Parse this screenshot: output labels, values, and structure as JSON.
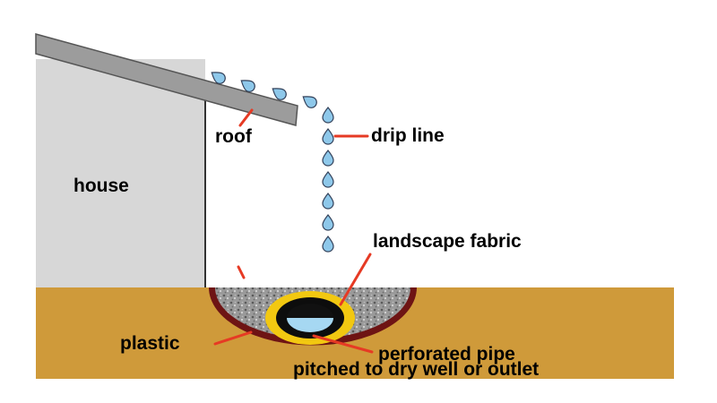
{
  "labels": {
    "house": "house",
    "roof": "roof",
    "drip_line": "drip line",
    "landscape_fabric": "landscape fabric",
    "plastic": "plastic",
    "perforated_pipe": "perforated pipe",
    "pipe_note": "pitched to dry well or outlet"
  },
  "colors": {
    "ground": "#cf9a3a",
    "house_wall": "#d7d7d7",
    "roof": "#9c9c9c",
    "gravel": "#8f8f8f",
    "plastic": "#6e1414",
    "fabric": "#f2c811",
    "pipe": "#0d0d0d",
    "water": "#a6d8f2",
    "drop": "#8ec8ea",
    "leader": "#e63a24"
  },
  "drops": {
    "along_roof_count": 4,
    "falling_count": 7
  }
}
